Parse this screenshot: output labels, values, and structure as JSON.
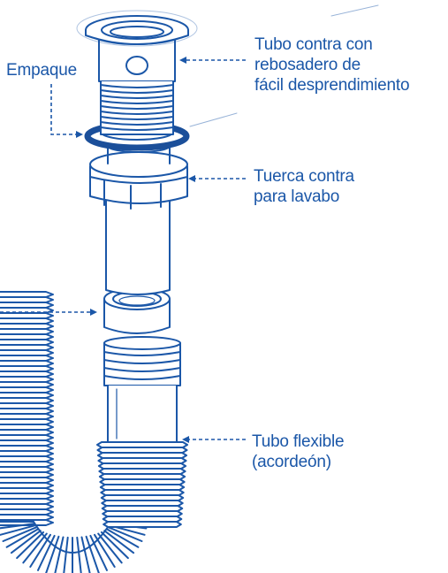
{
  "labels": {
    "tubo_contra": [
      "Tubo contra con",
      "rebosadero de",
      "fácil desprendimiento"
    ],
    "empaque": "Empaque",
    "tuerca": [
      "Tuerca contra",
      "para lavabo"
    ],
    "tubo_flexible": [
      "Tubo flexible",
      "(acordeón)"
    ]
  },
  "colors": {
    "outline": "#1b57a8",
    "label_text": "#1b57a8",
    "gasket": "#1b4f9a",
    "fill": "#ffffff"
  }
}
